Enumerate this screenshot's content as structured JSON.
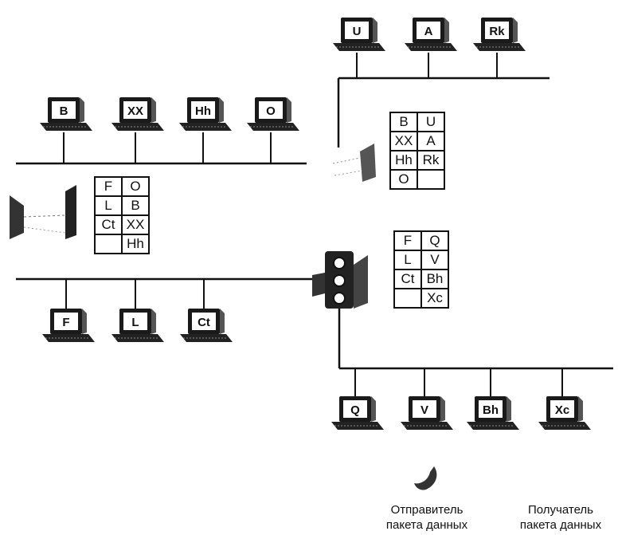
{
  "computers": {
    "top_right": [
      "U",
      "A",
      "Rk"
    ],
    "mid_left": [
      "B",
      "XX",
      "Hh",
      "O"
    ],
    "bottom_left": [
      "F",
      "L",
      "Ct"
    ],
    "bottom_right": [
      "Q",
      "V",
      "Bh",
      "Xc"
    ]
  },
  "tables": {
    "left": [
      [
        "F",
        "O"
      ],
      [
        "L",
        "B"
      ],
      [
        "Ct",
        "XX"
      ],
      [
        "",
        "Hh"
      ]
    ],
    "right_top": [
      [
        "B",
        "U"
      ],
      [
        "XX",
        "A"
      ],
      [
        "Hh",
        "Rk"
      ],
      [
        "O",
        ""
      ]
    ],
    "right_bottom": [
      [
        "F",
        "Q"
      ],
      [
        "L",
        "V"
      ],
      [
        "Ct",
        "Bh"
      ],
      [
        "",
        "Xc"
      ]
    ]
  },
  "captions": {
    "sender": [
      "Отправитель",
      "пакета данных"
    ],
    "receiver": [
      "Получатель",
      "пакета данных"
    ]
  },
  "icons": {
    "bridge_left": "bridge-icon",
    "bridge_right": "bridge-icon",
    "router": "traffic-light-router-icon",
    "sender_marker": "hand-pointer-icon"
  }
}
